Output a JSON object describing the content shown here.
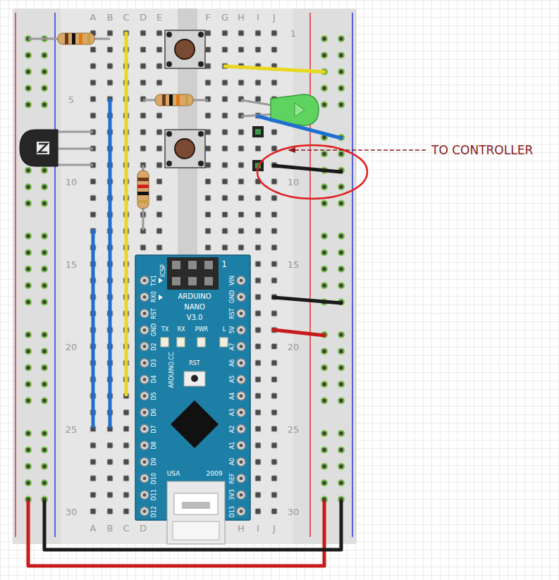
{
  "diagram": {
    "labels": [
      "A",
      "B",
      "C",
      "D",
      "E",
      "F",
      "G",
      "H",
      "I",
      "J",
      "5",
      "10",
      "15",
      "20",
      "25",
      "30",
      "1",
      "10",
      "15",
      "20",
      "25",
      "30",
      "A",
      "B",
      "C",
      "D",
      "H",
      "I",
      "J",
      "TO CONTROLLER",
      "ICSP",
      "1",
      "ARDUINO",
      "NANO",
      "V3.0",
      "TX",
      "RX",
      "PWR",
      "L",
      "RST",
      "ARDUINO.CC",
      "USA",
      "2009",
      "TX1",
      "RX0",
      "RST",
      "GND",
      "D2",
      "D3",
      "D4",
      "D5",
      "D6",
      "D7",
      "D8",
      "D9",
      "D10",
      "D11",
      "D12",
      "VIN",
      "GND",
      "RST",
      "5V",
      "A7",
      "A6",
      "A5",
      "A4",
      "A3",
      "A2",
      "A1",
      "A0",
      "REF",
      "3V3",
      "D13"
    ]
  }
}
